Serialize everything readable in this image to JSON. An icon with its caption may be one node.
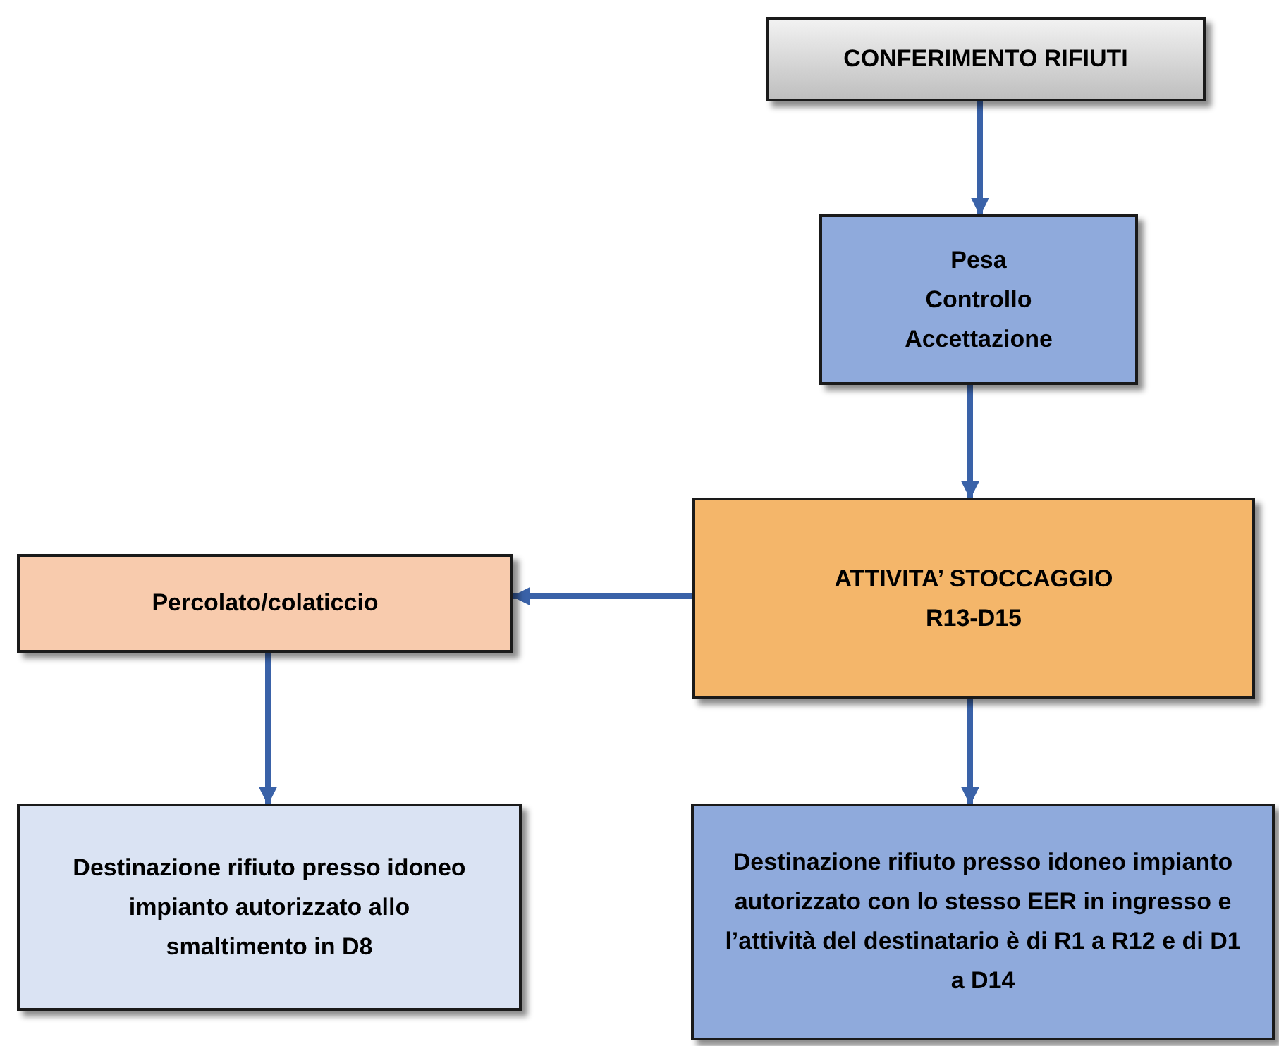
{
  "diagram": {
    "nodes": [
      {
        "text": [
          "CONFERIMENTO RIFIUTI"
        ]
      },
      {
        "text": [
          "Pesa",
          "Controllo",
          "Accettazione"
        ]
      },
      {
        "text": [
          "ATTIVITA’ STOCCAGGIO",
          "R13-D15"
        ]
      },
      {
        "text": [
          "Percolato/colaticcio"
        ]
      },
      {
        "text": [
          "Destinazione rifiuto presso idoneo impianto autorizzato allo smaltimento in D8"
        ]
      },
      {
        "text": [
          "Destinazione rifiuto presso idoneo impianto autorizzato con lo stesso EER in ingresso e l’attività del destinatario è di R1 a R12 e di D1 a D14"
        ]
      }
    ],
    "edges": [
      {
        "from": 0,
        "to": 1,
        "arrow": "to"
      },
      {
        "from": 1,
        "to": 2,
        "arrow": "to"
      },
      {
        "from": 2,
        "to": 3,
        "arrow": "to"
      },
      {
        "from": 3,
        "to": 4,
        "arrow": "to"
      },
      {
        "from": 2,
        "to": 5,
        "arrow": "to"
      }
    ]
  }
}
